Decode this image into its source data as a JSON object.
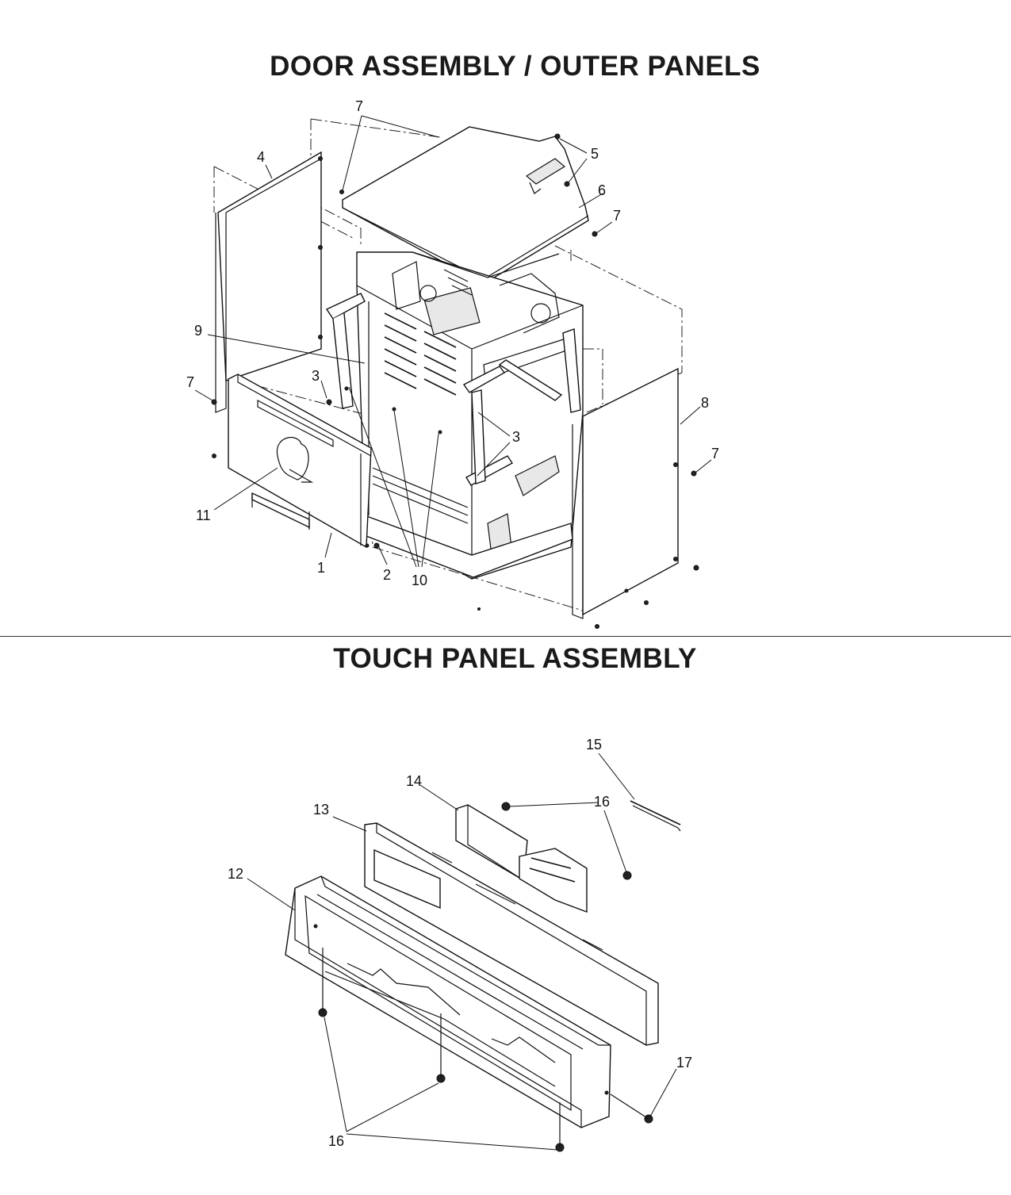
{
  "titles": {
    "top": "DOOR ASSEMBLY / OUTER PANELS",
    "bottom": "TOUCH PANEL ASSEMBLY"
  },
  "callouts": {
    "c1": "1",
    "c2": "2",
    "c3a": "3",
    "c3b": "3",
    "c4": "4",
    "c5": "5",
    "c6": "6",
    "c7a": "7",
    "c7b": "7",
    "c7c": "7",
    "c7d": "7",
    "c8": "8",
    "c9": "9",
    "c10": "10",
    "c11": "11",
    "c12": "12",
    "c13": "13",
    "c14": "14",
    "c15": "15",
    "c16a": "16",
    "c16b": "16",
    "c17": "17"
  }
}
